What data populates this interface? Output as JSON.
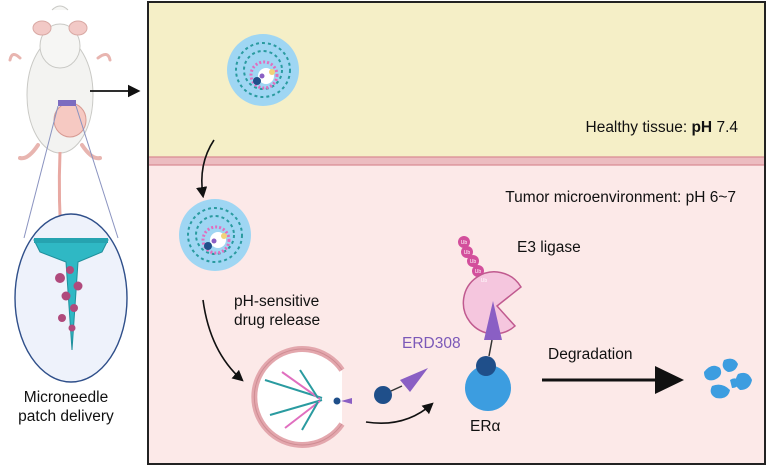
{
  "labels": {
    "microneedle_line1": "Microneedle",
    "microneedle_line2": "patch delivery",
    "healthy_prefix": "Healthy tissue: ",
    "healthy_ph": "pH",
    "healthy_value": " 7.4",
    "tumor": "Tumor microenvironment: pH 6~7",
    "e3": "E3 ligase",
    "release_line1": "pH-sensitive",
    "release_line2": "drug release",
    "erd": "ERD308",
    "degradation": "Degradation",
    "era": "ERα",
    "ub": "Ub"
  },
  "colors": {
    "healthy_bg": "#f5efc7",
    "tumor_bg": "#fce9e8",
    "divider": "#e3a7ad",
    "frame": "#222222",
    "micelle_bg": "#9fd6f3",
    "micelle_strand": "#2a9ba0",
    "micelle_core": "#e06fbf",
    "drug_purple": "#8a5fc4",
    "protein_blue": "#3c9de0",
    "protein_dark": "#1f4f8a",
    "ligase_pink": "#f5c6de",
    "ub_pink": "#d34f9c",
    "arrow": "#111111"
  }
}
